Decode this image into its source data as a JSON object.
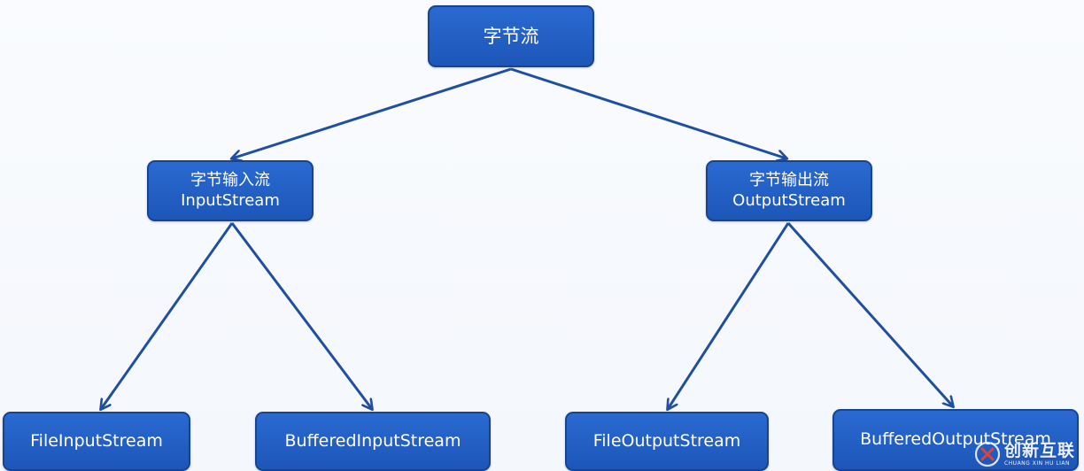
{
  "diagram": {
    "root": {
      "label": "字节流"
    },
    "input": {
      "label_cn": "字节输入流",
      "label_en": "InputStream"
    },
    "output": {
      "label_cn": "字节输出流",
      "label_en": "OutputStream"
    },
    "leaves": {
      "file_input": "FileInputStream",
      "buffered_input": "BufferedInputStream",
      "file_output": "FileOutputStream",
      "buffered_output": "BufferedOutputStream"
    },
    "colors": {
      "node_fill": "#2363c6",
      "node_border": "#17448f",
      "edge": "#1f4f9e",
      "text": "#ffffff"
    }
  },
  "watermark": {
    "main": "创新互联",
    "sub": "CHUANG XIN HU LIAN"
  }
}
